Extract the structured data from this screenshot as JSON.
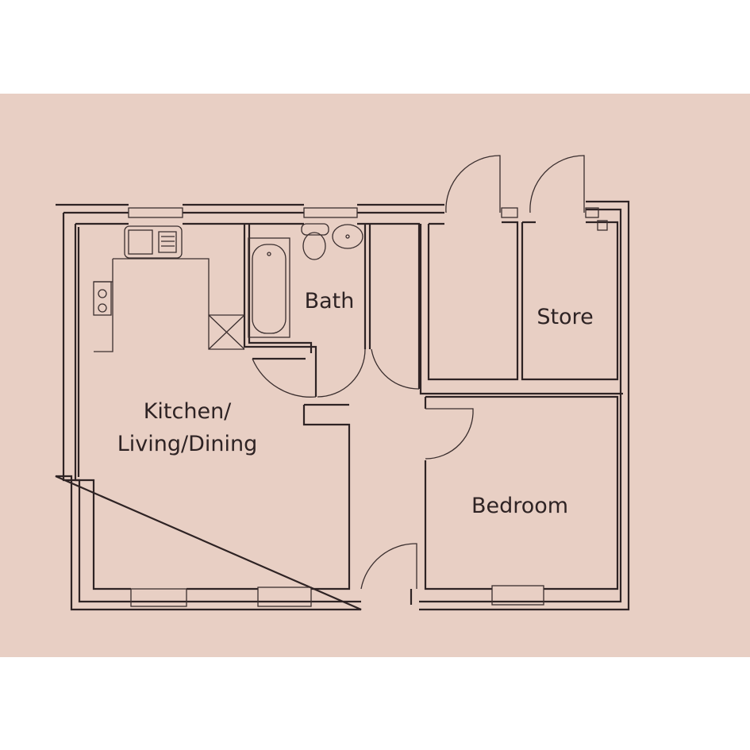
{
  "rooms": {
    "kitchen": {
      "line1": "Kitchen/",
      "line2": "Living/Dining"
    },
    "bath": "Bath",
    "store": "Store",
    "bedroom": "Bedroom"
  },
  "colors": {
    "paper": "#e8cfc4",
    "ink": "#2e2324"
  }
}
